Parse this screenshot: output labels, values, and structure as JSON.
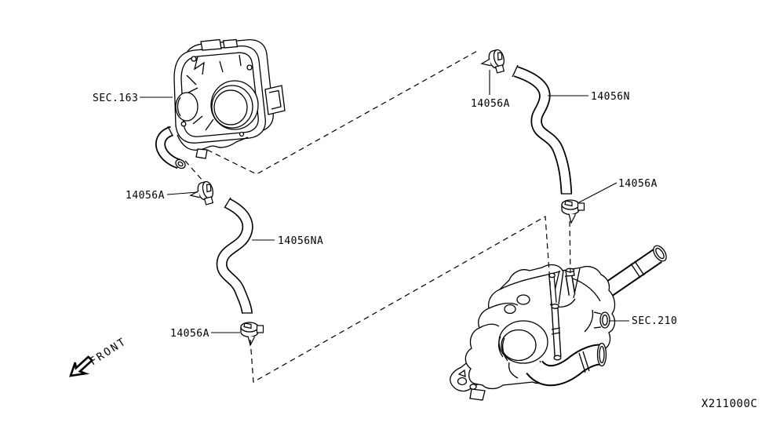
{
  "diagram": {
    "drawing_code": "X211000C",
    "front_indicator": "FRONT",
    "callouts": {
      "sec163": "SEC.163",
      "clamp_throttle": "14056A",
      "hose_na": "14056NA",
      "clamp_na_bottom": "14056A",
      "clamp_n_top": "14056A",
      "hose_n": "14056N",
      "clamp_n_bottom": "14056A",
      "sec210": "SEC.210"
    },
    "colors": {
      "line": "#000000",
      "background": "#ffffff"
    }
  }
}
